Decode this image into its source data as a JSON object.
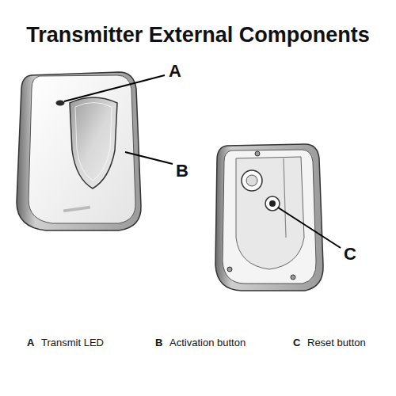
{
  "diagram": {
    "title": "Transmitter External Components",
    "labels": [
      "A",
      "B",
      "C",
      "A",
      "Transmit LED",
      "B",
      "Activation button",
      "C",
      "Reset button"
    ]
  }
}
